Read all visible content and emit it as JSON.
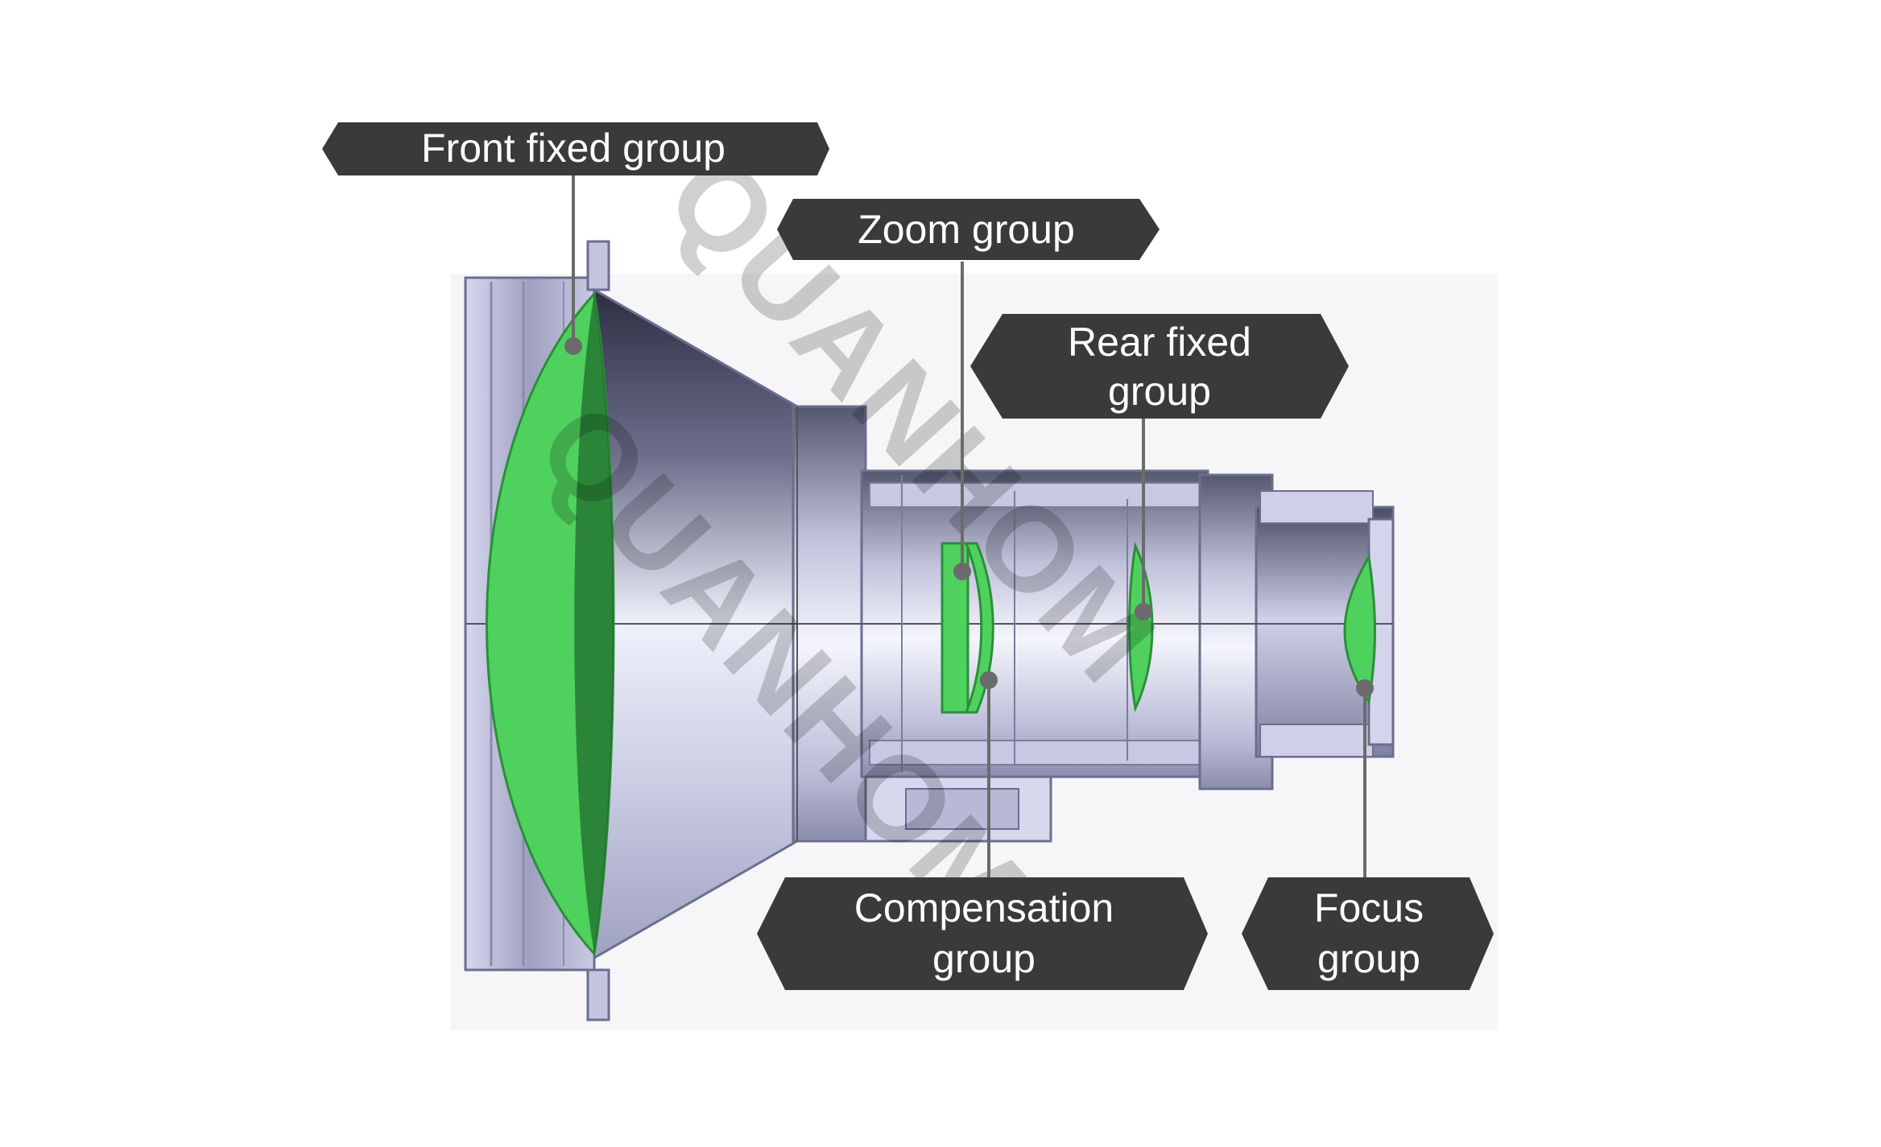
{
  "diagram": {
    "labels": [
      {
        "id": "front-fixed",
        "lines": [
          "Front fixed group"
        ]
      },
      {
        "id": "zoom",
        "lines": [
          "Zoom group"
        ]
      },
      {
        "id": "rear-fixed",
        "lines": [
          "Rear fixed",
          "group"
        ]
      },
      {
        "id": "compensation",
        "lines": [
          "Compensation",
          "group"
        ]
      },
      {
        "id": "focus",
        "lines": [
          "Focus",
          "group"
        ]
      }
    ],
    "watermark": "QUANHOM"
  },
  "colors": {
    "label_bg": "#3a3a3a",
    "lens_green": "#4fd15e",
    "lens_dark_green": "#1f6b2c",
    "housing_light": "#c8c9e2",
    "housing_dark": "#3b3c52",
    "leader_line": "#6b6b6b"
  }
}
